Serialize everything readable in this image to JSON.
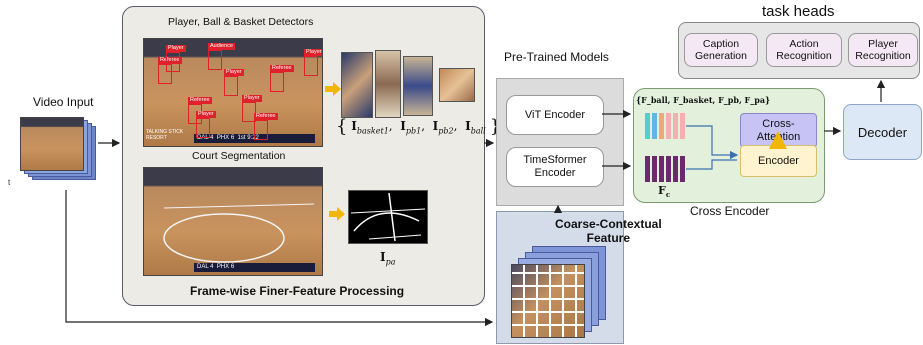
{
  "video_input": {
    "label": "Video Input",
    "tick": "t"
  },
  "finer_panel": {
    "detectors_title": "Player, Ball & Basket Detectors",
    "segmentation_title": "Court Segmentation",
    "caption": "Frame-wise Finer-Feature Processing",
    "crop_formula": {
      "open": "{",
      "items": [
        "I",
        "basket1",
        "I",
        "pb1",
        "I",
        "pb2",
        "I",
        "ball"
      ],
      "close": "}"
    },
    "crop_terms": [
      {
        "base": "I",
        "sub": "basket1"
      },
      {
        "base": "I",
        "sub": "pb1"
      },
      {
        "base": "I",
        "sub": "pb2"
      },
      {
        "base": "I",
        "sub": "ball"
      }
    ],
    "seg_term": {
      "base": "I",
      "sub": "pa"
    },
    "detector_tags": [
      "Referee",
      "Player",
      "Audience",
      "Player",
      "Referee",
      "Player",
      "Referee",
      "Player",
      "Player",
      "Referee"
    ],
    "scoreboard": {
      "team1": "DAL",
      "score1": "4",
      "team2": "PHX",
      "score2": "6",
      "period": "1st",
      "clock": "9:22"
    },
    "sponsor": "TALKING STICK RESORT"
  },
  "pretrained": {
    "title": "Pre-Trained Models",
    "vit": "ViT Encoder",
    "timesformer_line1": "TimeSformer",
    "timesformer_line2": "Encoder"
  },
  "cross_encoder": {
    "caption": "Cross Encoder",
    "feature_set": "{F_ball, F_basket, F_pb, F_pa}",
    "fc": "F",
    "fc_sub": "c",
    "attention_line1": "Cross-",
    "attention_line2": "Attention",
    "encoder": "Encoder"
  },
  "decoder": "Decoder",
  "task_heads": {
    "title": "task heads",
    "heads": [
      {
        "line1": "Caption",
        "line2": "Generation"
      },
      {
        "line1": "Action",
        "line2": "Recognition"
      },
      {
        "line1": "Player",
        "line2": "Recognition"
      }
    ]
  },
  "coarse": {
    "line1": "Coarse-Contextual",
    "line2": "Feature"
  },
  "colors": {
    "arrow": "#222222",
    "yellow_arrow": "#f2b705",
    "blue_line": "#3b6fb0",
    "feature_purple": "#6b2a6b",
    "player_box": "#e0202a"
  }
}
